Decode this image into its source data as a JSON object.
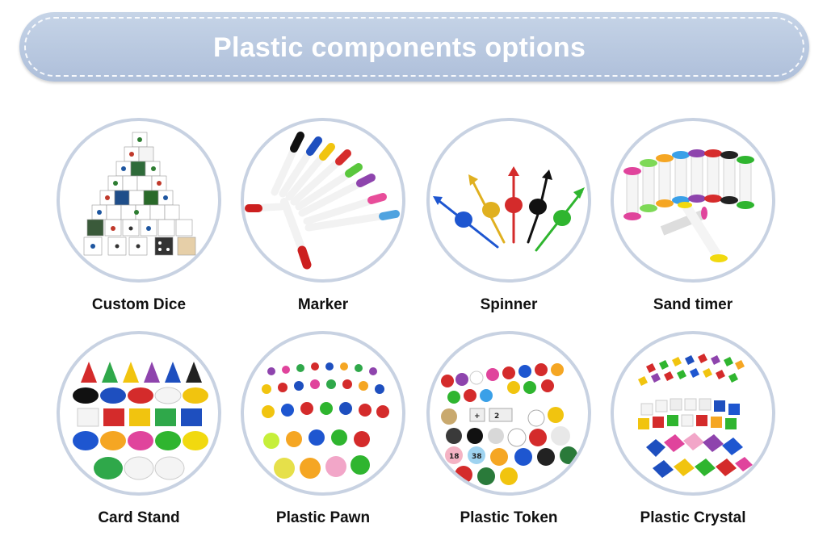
{
  "header": {
    "title": "Plastic components options"
  },
  "items": [
    {
      "label": "Custom Dice",
      "image": "dice-pyramid-icon"
    },
    {
      "label": "Marker",
      "image": "markers-icon"
    },
    {
      "label": "Spinner",
      "image": "spinners-icon"
    },
    {
      "label": "Sand timer",
      "image": "sand-timers-icon"
    },
    {
      "label": "Card Stand",
      "image": "card-stands-icon"
    },
    {
      "label": "Plastic Pawn",
      "image": "pawns-icon"
    },
    {
      "label": "Plastic Token",
      "image": "tokens-icon"
    },
    {
      "label": "Plastic Crystal",
      "image": "crystals-icon"
    }
  ],
  "colors": {
    "banner": "#b7c7df",
    "circle_border": "#c8d2e2",
    "label_text": "#111111"
  }
}
